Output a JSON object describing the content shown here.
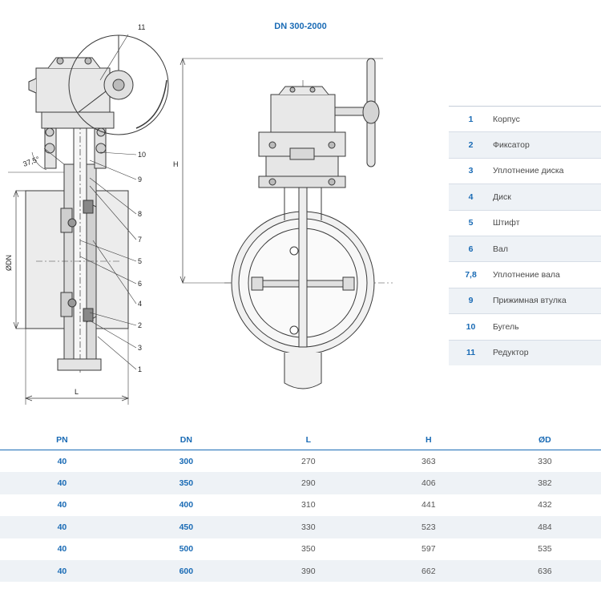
{
  "title": "DN 300-2000",
  "callouts": {
    "angle": "37,5°",
    "dn": "ØDN",
    "l": "L",
    "h": "H",
    "n1": "1",
    "n2": "2",
    "n3": "3",
    "n4": "4",
    "n5": "5",
    "n6": "6",
    "n7": "7",
    "n8": "8",
    "n9": "9",
    "n10": "10",
    "n11": "11"
  },
  "parts": [
    {
      "num": "1",
      "name": "Корпус"
    },
    {
      "num": "2",
      "name": "Фиксатор"
    },
    {
      "num": "3",
      "name": "Уплотнение диска"
    },
    {
      "num": "4",
      "name": "Диск"
    },
    {
      "num": "5",
      "name": "Штифт"
    },
    {
      "num": "6",
      "name": "Вал"
    },
    {
      "num": "7,8",
      "name": "Уплотнение вала"
    },
    {
      "num": "9",
      "name": "Прижимная втулка"
    },
    {
      "num": "10",
      "name": "Бугель"
    },
    {
      "num": "11",
      "name": "Редуктор"
    }
  ],
  "dimensions": {
    "headers": [
      "PN",
      "DN",
      "L",
      "H",
      "ØD"
    ],
    "rows": [
      [
        "40",
        "300",
        "270",
        "363",
        "330"
      ],
      [
        "40",
        "350",
        "290",
        "406",
        "382"
      ],
      [
        "40",
        "400",
        "310",
        "441",
        "432"
      ],
      [
        "40",
        "450",
        "330",
        "523",
        "484"
      ],
      [
        "40",
        "500",
        "350",
        "597",
        "535"
      ],
      [
        "40",
        "600",
        "390",
        "662",
        "636"
      ]
    ]
  },
  "colors": {
    "accent": "#1a6bb5",
    "line": "#3a3a3a",
    "fill": "#e6e6e6"
  }
}
